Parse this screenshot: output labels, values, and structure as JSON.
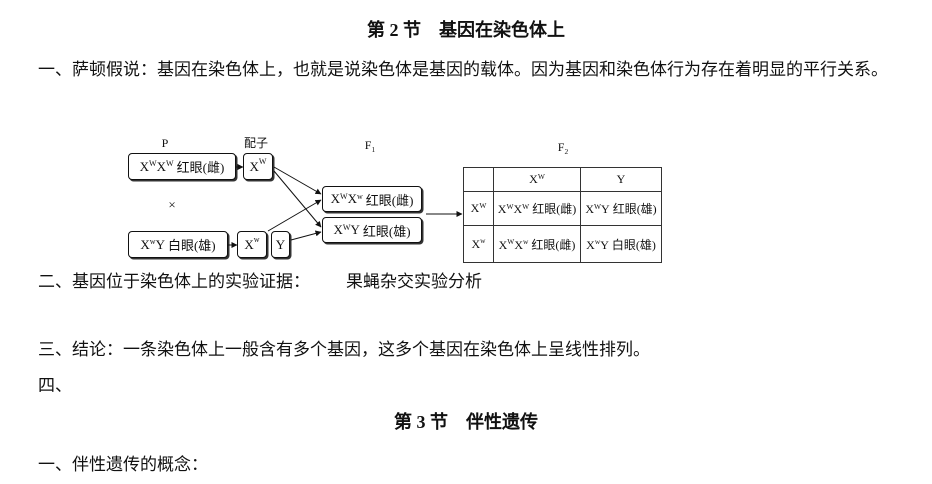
{
  "section2": {
    "title": "第 2 节　基因在染色体上",
    "item1": "一、萨顿假说：基因在染色体上，也就是说染色体是基因的载体。因为基因和染色体行为存在着明显的平行关系。",
    "diagram": {
      "label_p": "P",
      "label_gamete": "配子",
      "label_f1": {
        "base": "F",
        "sub": "1"
      },
      "label_f2": {
        "base": "F",
        "sub": "2"
      },
      "cross": "×",
      "p_female": {
        "a1": "X",
        "a1_sup": "W",
        "a2": "X",
        "a2_sup": "W",
        "phenotype": "红眼(雌)"
      },
      "p_male": {
        "a1": "X",
        "a1_sup": "w",
        "a2": "Y",
        "phenotype": "白眼(雄)"
      },
      "gamete_female": {
        "a": "X",
        "sup": "W"
      },
      "gamete_male_x": {
        "a": "X",
        "sup": "w"
      },
      "gamete_male_y": {
        "a": "Y"
      },
      "f1_female": {
        "a1": "X",
        "a1_sup": "W",
        "a2": "X",
        "a2_sup": "w",
        "phenotype": "红眼(雌)"
      },
      "f1_male": {
        "a1": "X",
        "a1_sup": "W",
        "a2": "Y",
        "phenotype": "红眼(雄)"
      },
      "f2_table": {
        "col_headers": [
          {
            "a": "X",
            "sup": "W"
          },
          {
            "a": "Y"
          }
        ],
        "rows": [
          {
            "header": {
              "a": "X",
              "sup": "W"
            },
            "cells": [
              {
                "a1": "X",
                "a1_sup": "W",
                "a2": "X",
                "a2_sup": "W",
                "phenotype": "红眼(雌)"
              },
              {
                "a1": "X",
                "a1_sup": "W",
                "a2": "Y",
                "phenotype": "红眼(雄)"
              }
            ]
          },
          {
            "header": {
              "a": "X",
              "sup": "w"
            },
            "cells": [
              {
                "a1": "X",
                "a1_sup": "W",
                "a2": "X",
                "a2_sup": "w",
                "phenotype": "红眼(雌)"
              },
              {
                "a1": "X",
                "a1_sup": "w",
                "a2": "Y",
                "phenotype": "白眼(雄)"
              }
            ]
          }
        ]
      }
    },
    "item2_label": "二、基因位于染色体上的实验证据：",
    "item2_value": "果蝇杂交实验分析",
    "item3": "三、结论：一条染色体上一般含有多个基因，这多个基因在染色体上呈线性排列。",
    "item4": "四、"
  },
  "section3": {
    "title": "第 3 节　伴性遗传",
    "item1": "一、伴性遗传的概念："
  }
}
